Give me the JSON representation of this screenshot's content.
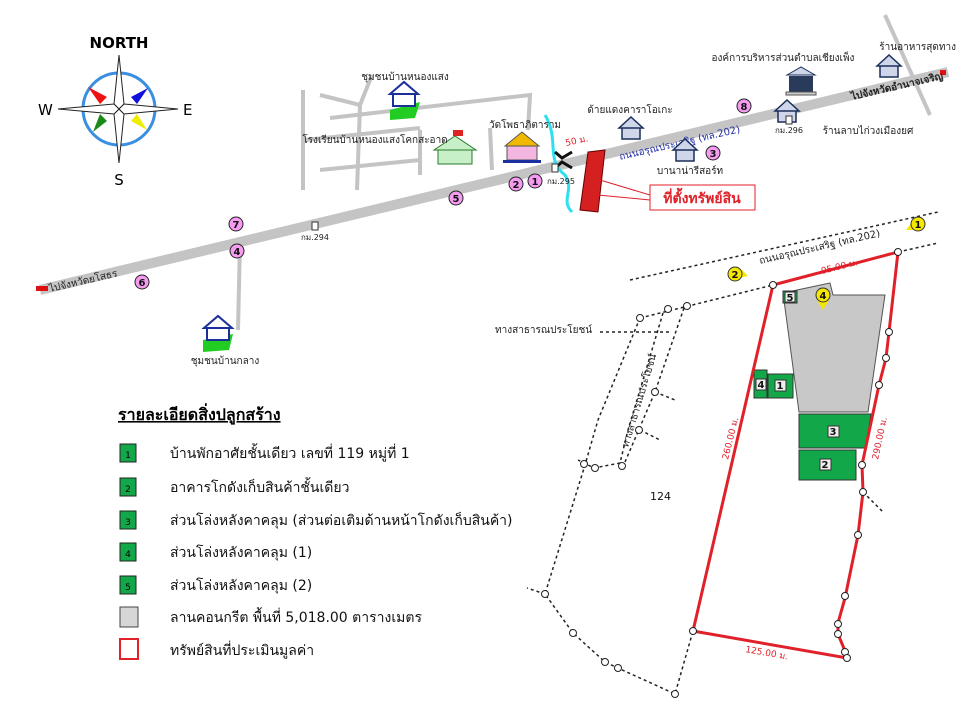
{
  "compass": {
    "north": "NORTH",
    "south": "S",
    "east": "E",
    "west": "W"
  },
  "location_map": {
    "road_name": "ถนนอรุณประเสริฐ (ทล.202)",
    "to_west": "ไปจังหวัดยโสธร",
    "to_east": "ไปจังหวัดอำนาจเจริญ",
    "distance_label": "50 ม.",
    "site_label": "ที่ตั้งทรัพย์สิน",
    "landmarks": {
      "village_nong_saeng": "ชุมชนบ้านหนองแสง",
      "school": "โรงเรียนบ้านหนองแสงโคกสะอาด",
      "temple": "วัดโพธาภิตาราม",
      "karaoke": "ด้ายแดงคาราโอเกะ",
      "resort": "บานาน่ารีสอร์ท",
      "sao": "องค์การบริหารส่วนตำบลเชียงเพ็ง",
      "restaurant_sudtang": "ร้านอาหารสุดทาง",
      "restaurant_larb": "ร้านลาบไก่วงเมืองยศ",
      "village_klang": "ชุมชนบ้านกลาง"
    },
    "km_markers": [
      "กม.294",
      "กม.295",
      "กม.296"
    ],
    "photo_points": [
      "1",
      "2",
      "3",
      "4",
      "5",
      "6",
      "7",
      "8"
    ]
  },
  "site_plan": {
    "road_name": "ถนนอรุณประเสริฐ (ทล.202)",
    "public_way_1": "ทางสาธารณประโยชน์",
    "public_way_2": "ทางสาธารณประโยชน์",
    "parcel_number": "124",
    "dims": {
      "north": "95.00 ม.",
      "west": "260.00 ม.",
      "east": "290.00 ม.",
      "south": "125.00 ม."
    },
    "buildings": [
      "1",
      "2",
      "3",
      "4",
      "5"
    ],
    "view_points": [
      "1",
      "2",
      "4"
    ]
  },
  "legend": {
    "title": "รายละเอียดสิ่งปลูกสร้าง",
    "items": [
      {
        "key": "1",
        "label": "บ้านพักอาศัยชั้นเดียว เลขที่ 119 หมู่ที่ 1"
      },
      {
        "key": "2",
        "label": "อาคารโกดังเก็บสินค้าชั้นเดียว"
      },
      {
        "key": "3",
        "label": "ส่วนโล่งหลังคาคลุม (ส่วนต่อเติมด้านหน้าโกดังเก็บสินค้า)"
      },
      {
        "key": "4",
        "label": "ส่วนโล่งหลังคาคลุม (1)"
      },
      {
        "key": "5",
        "label": "ส่วนโล่งหลังคาคลุม (2)"
      },
      {
        "key": "",
        "label": "ลานคอนกรีต พื้นที่ 5,018.00 ตารางเมตร"
      },
      {
        "key": "",
        "label": "ทรัพย์สินที่ประเมินมูลค่า"
      }
    ]
  },
  "colors": {
    "building": "#12a84a",
    "concrete": "#c8c8c8",
    "boundary": "#e0212a",
    "road": "#c4c4c4",
    "photo_point": "#f59cf0",
    "view_point": "#f5e800",
    "river": "#2ee0f0"
  }
}
